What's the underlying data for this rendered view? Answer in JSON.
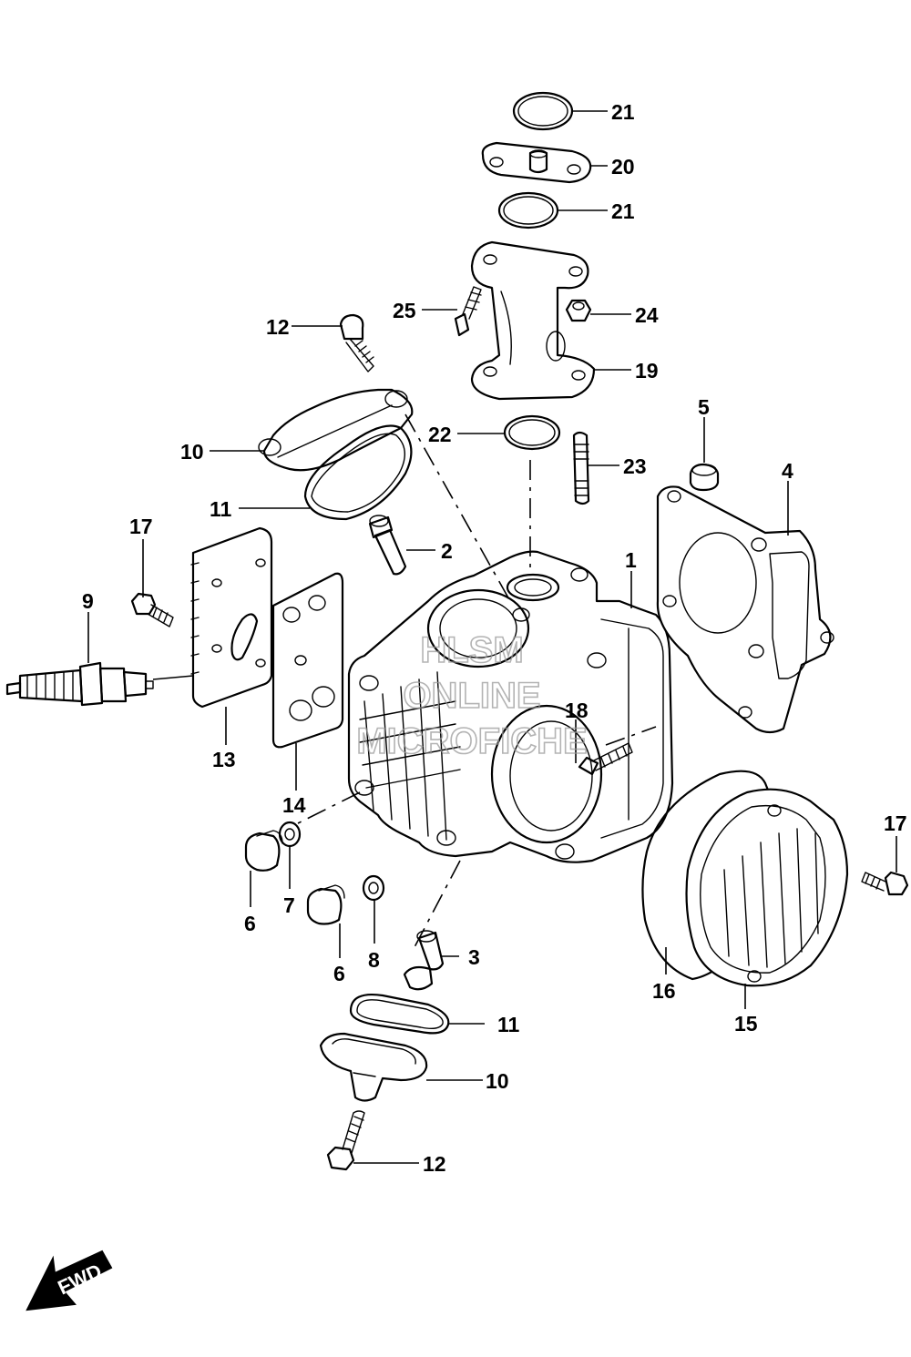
{
  "callouts": {
    "c1": "1",
    "c2": "2",
    "c3": "3",
    "c4": "4",
    "c5": "5",
    "c6a": "6",
    "c6b": "6",
    "c7": "7",
    "c8": "8",
    "c9": "9",
    "c10a": "10",
    "c10b": "10",
    "c11a": "11",
    "c11b": "11",
    "c12a": "12",
    "c12b": "12",
    "c13": "13",
    "c14": "14",
    "c15": "15",
    "c16": "16",
    "c17a": "17",
    "c17b": "17",
    "c18": "18",
    "c19": "19",
    "c20": "20",
    "c21a": "21",
    "c21b": "21",
    "c22": "22",
    "c23": "23",
    "c24": "24",
    "c25": "25"
  },
  "watermark": {
    "line1": "HLSM",
    "line2": "ONLINE",
    "line3": "MICROFICHE"
  },
  "direction_badge": {
    "label": "FWD",
    "icon": "fwd-arrow-icon"
  },
  "colors": {
    "ink": "#000000",
    "paper": "#ffffff",
    "watermark": "#9a9a9a"
  }
}
